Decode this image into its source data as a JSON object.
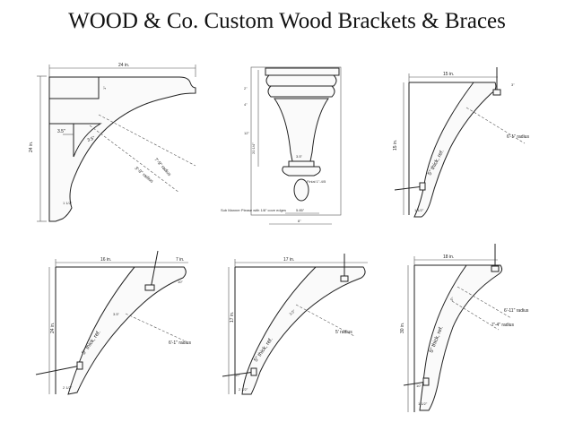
{
  "title": "WOOD & Co. Custom Wood Brackets & Braces",
  "panels": {
    "p1": {
      "top_dim": "24 in.",
      "side_dim": "24 in.",
      "gap": "3.5\"",
      "thick": "3.5\"",
      "r1": "7'-9\" radius",
      "r2": "3'-9\" radius",
      "small": "1\"",
      "corner": "1 1/2\""
    },
    "p2": {
      "dims": [
        "2\"",
        "4\"",
        "12\"",
        "20 1/4\"",
        "3.5\""
      ],
      "bot": "5.85\"",
      "width": "8\"",
      "finial": "Finial 1\"-4/5",
      "note": "Sub Manner Please with 1/8\" cove edges"
    },
    "p3": {
      "top_dim": "15 in.",
      "side_dim": "15 in.",
      "thick": "5\" thick, ref.",
      "r": "6'-1\" radius",
      "small": "3\"",
      "corner": "1 1/2\""
    },
    "p4": {
      "top_dim": "16 in.",
      "top_right": "7 in.",
      "side_dim": "24 in.",
      "thick": "5\" thick, ref.",
      "r": "6'-1\" radius",
      "mid": "3.5\"",
      "small": "10\"",
      "corner": "2 1/2\""
    },
    "p5": {
      "top_dim": "17 in.",
      "side_dim": "17 in.",
      "thick": "5\" thick, ref.",
      "r": "5' radius",
      "mid": "3.5\"",
      "small": "10\"",
      "corner": "2 1/2\""
    },
    "p6": {
      "top_dim": "18 in.",
      "side_dim": "30 in.",
      "thick": "5\" thick, ref.",
      "r1": "6'-11\" radius",
      "r2": "7'-4\" radius",
      "mid": "5\"",
      "small": "10\"",
      "corner": "1 1/2\""
    }
  }
}
